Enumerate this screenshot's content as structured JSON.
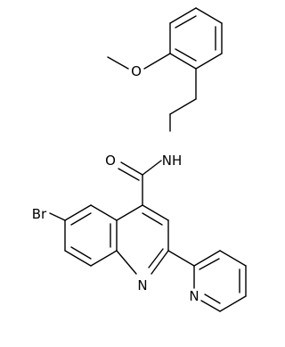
{
  "labels": {
    "oxygen_methoxy": "O",
    "oxygen_carbonyl": "O",
    "amide_nh": "NH",
    "bromine": "Br",
    "quinoline_n": "N",
    "pyridine_n": "N"
  },
  "colors": {
    "bond": "#000000",
    "label": "#000000",
    "background": "#ffffff"
  }
}
